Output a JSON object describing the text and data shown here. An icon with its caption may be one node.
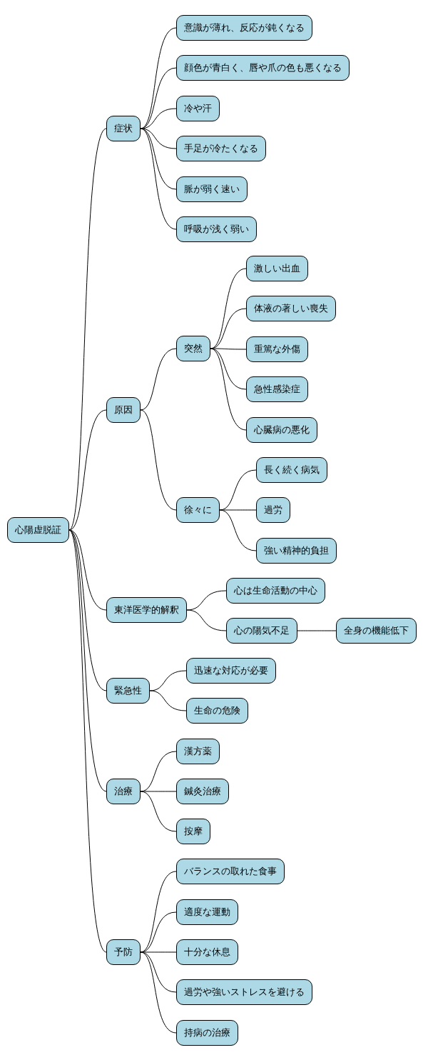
{
  "diagram": {
    "nodes": [
      {
        "text": [
          "心陽虚脱証"
        ]
      },
      {
        "text": [
          "症状"
        ]
      },
      {
        "text": [
          "意識が薄れ、反応が鈍くなる"
        ]
      },
      {
        "text": [
          "顔色が青白く、唇や爪の色も悪くなる"
        ]
      },
      {
        "text": [
          "冷や汗"
        ]
      },
      {
        "text": [
          "手足が冷たくなる"
        ]
      },
      {
        "text": [
          "脈が弱く速い"
        ]
      },
      {
        "text": [
          "呼吸が浅く弱い"
        ]
      },
      {
        "text": [
          "原因"
        ]
      },
      {
        "text": [
          "突然"
        ]
      },
      {
        "text": [
          "激しい出血"
        ]
      },
      {
        "text": [
          "体液の著しい喪失"
        ]
      },
      {
        "text": [
          "重篤な外傷"
        ]
      },
      {
        "text": [
          "急性感染症"
        ]
      },
      {
        "text": [
          "心臓病の悪化"
        ]
      },
      {
        "text": [
          "徐々に"
        ]
      },
      {
        "text": [
          "長く続く病気"
        ]
      },
      {
        "text": [
          "過労"
        ]
      },
      {
        "text": [
          "強い精神的負担"
        ]
      },
      {
        "text": [
          "東洋医学的解釈"
        ]
      },
      {
        "text": [
          "心は生命活動の中心"
        ]
      },
      {
        "text": [
          "心の陽気不足"
        ]
      },
      {
        "text": [
          "全身の機能低下"
        ]
      },
      {
        "text": [
          "緊急性"
        ]
      },
      {
        "text": [
          "迅速な対応が必要"
        ]
      },
      {
        "text": [
          "生命の危険"
        ]
      },
      {
        "text": [
          "治療"
        ]
      },
      {
        "text": [
          "漢方薬"
        ]
      },
      {
        "text": [
          "鍼灸治療"
        ]
      },
      {
        "text": [
          "按摩"
        ]
      },
      {
        "text": [
          "予防"
        ]
      },
      {
        "text": [
          "バランスの取れた食事"
        ]
      },
      {
        "text": [
          "適度な運動"
        ]
      },
      {
        "text": [
          "十分な休息"
        ]
      },
      {
        "text": [
          "過労や強いストレスを避ける"
        ]
      },
      {
        "text": [
          "持病の治療"
        ]
      }
    ],
    "edges": [
      {
        "from": 0,
        "to": 1,
        "arrow": "none"
      },
      {
        "from": 1,
        "to": 2,
        "arrow": "none"
      },
      {
        "from": 1,
        "to": 3,
        "arrow": "none"
      },
      {
        "from": 1,
        "to": 4,
        "arrow": "none"
      },
      {
        "from": 1,
        "to": 5,
        "arrow": "none"
      },
      {
        "from": 1,
        "to": 6,
        "arrow": "none"
      },
      {
        "from": 1,
        "to": 7,
        "arrow": "none"
      },
      {
        "from": 0,
        "to": 8,
        "arrow": "none"
      },
      {
        "from": 8,
        "to": 9,
        "arrow": "none"
      },
      {
        "from": 9,
        "to": 10,
        "arrow": "none"
      },
      {
        "from": 9,
        "to": 11,
        "arrow": "none"
      },
      {
        "from": 9,
        "to": 12,
        "arrow": "none"
      },
      {
        "from": 9,
        "to": 13,
        "arrow": "none"
      },
      {
        "from": 9,
        "to": 14,
        "arrow": "none"
      },
      {
        "from": 8,
        "to": 15,
        "arrow": "none"
      },
      {
        "from": 15,
        "to": 16,
        "arrow": "none"
      },
      {
        "from": 15,
        "to": 17,
        "arrow": "none"
      },
      {
        "from": 15,
        "to": 18,
        "arrow": "none"
      },
      {
        "from": 0,
        "to": 19,
        "arrow": "none"
      },
      {
        "from": 19,
        "to": 20,
        "arrow": "none"
      },
      {
        "from": 19,
        "to": 21,
        "arrow": "none"
      },
      {
        "from": 21,
        "to": 22,
        "arrow": "none"
      },
      {
        "from": 0,
        "to": 23,
        "arrow": "none"
      },
      {
        "from": 23,
        "to": 24,
        "arrow": "none"
      },
      {
        "from": 23,
        "to": 25,
        "arrow": "none"
      },
      {
        "from": 0,
        "to": 26,
        "arrow": "none"
      },
      {
        "from": 26,
        "to": 27,
        "arrow": "none"
      },
      {
        "from": 26,
        "to": 28,
        "arrow": "none"
      },
      {
        "from": 26,
        "to": 29,
        "arrow": "none"
      },
      {
        "from": 0,
        "to": 30,
        "arrow": "none"
      },
      {
        "from": 30,
        "to": 31,
        "arrow": "none"
      },
      {
        "from": 30,
        "to": 32,
        "arrow": "none"
      },
      {
        "from": 30,
        "to": 33,
        "arrow": "none"
      },
      {
        "from": 30,
        "to": 34,
        "arrow": "none"
      },
      {
        "from": 30,
        "to": 35,
        "arrow": "none"
      }
    ]
  }
}
